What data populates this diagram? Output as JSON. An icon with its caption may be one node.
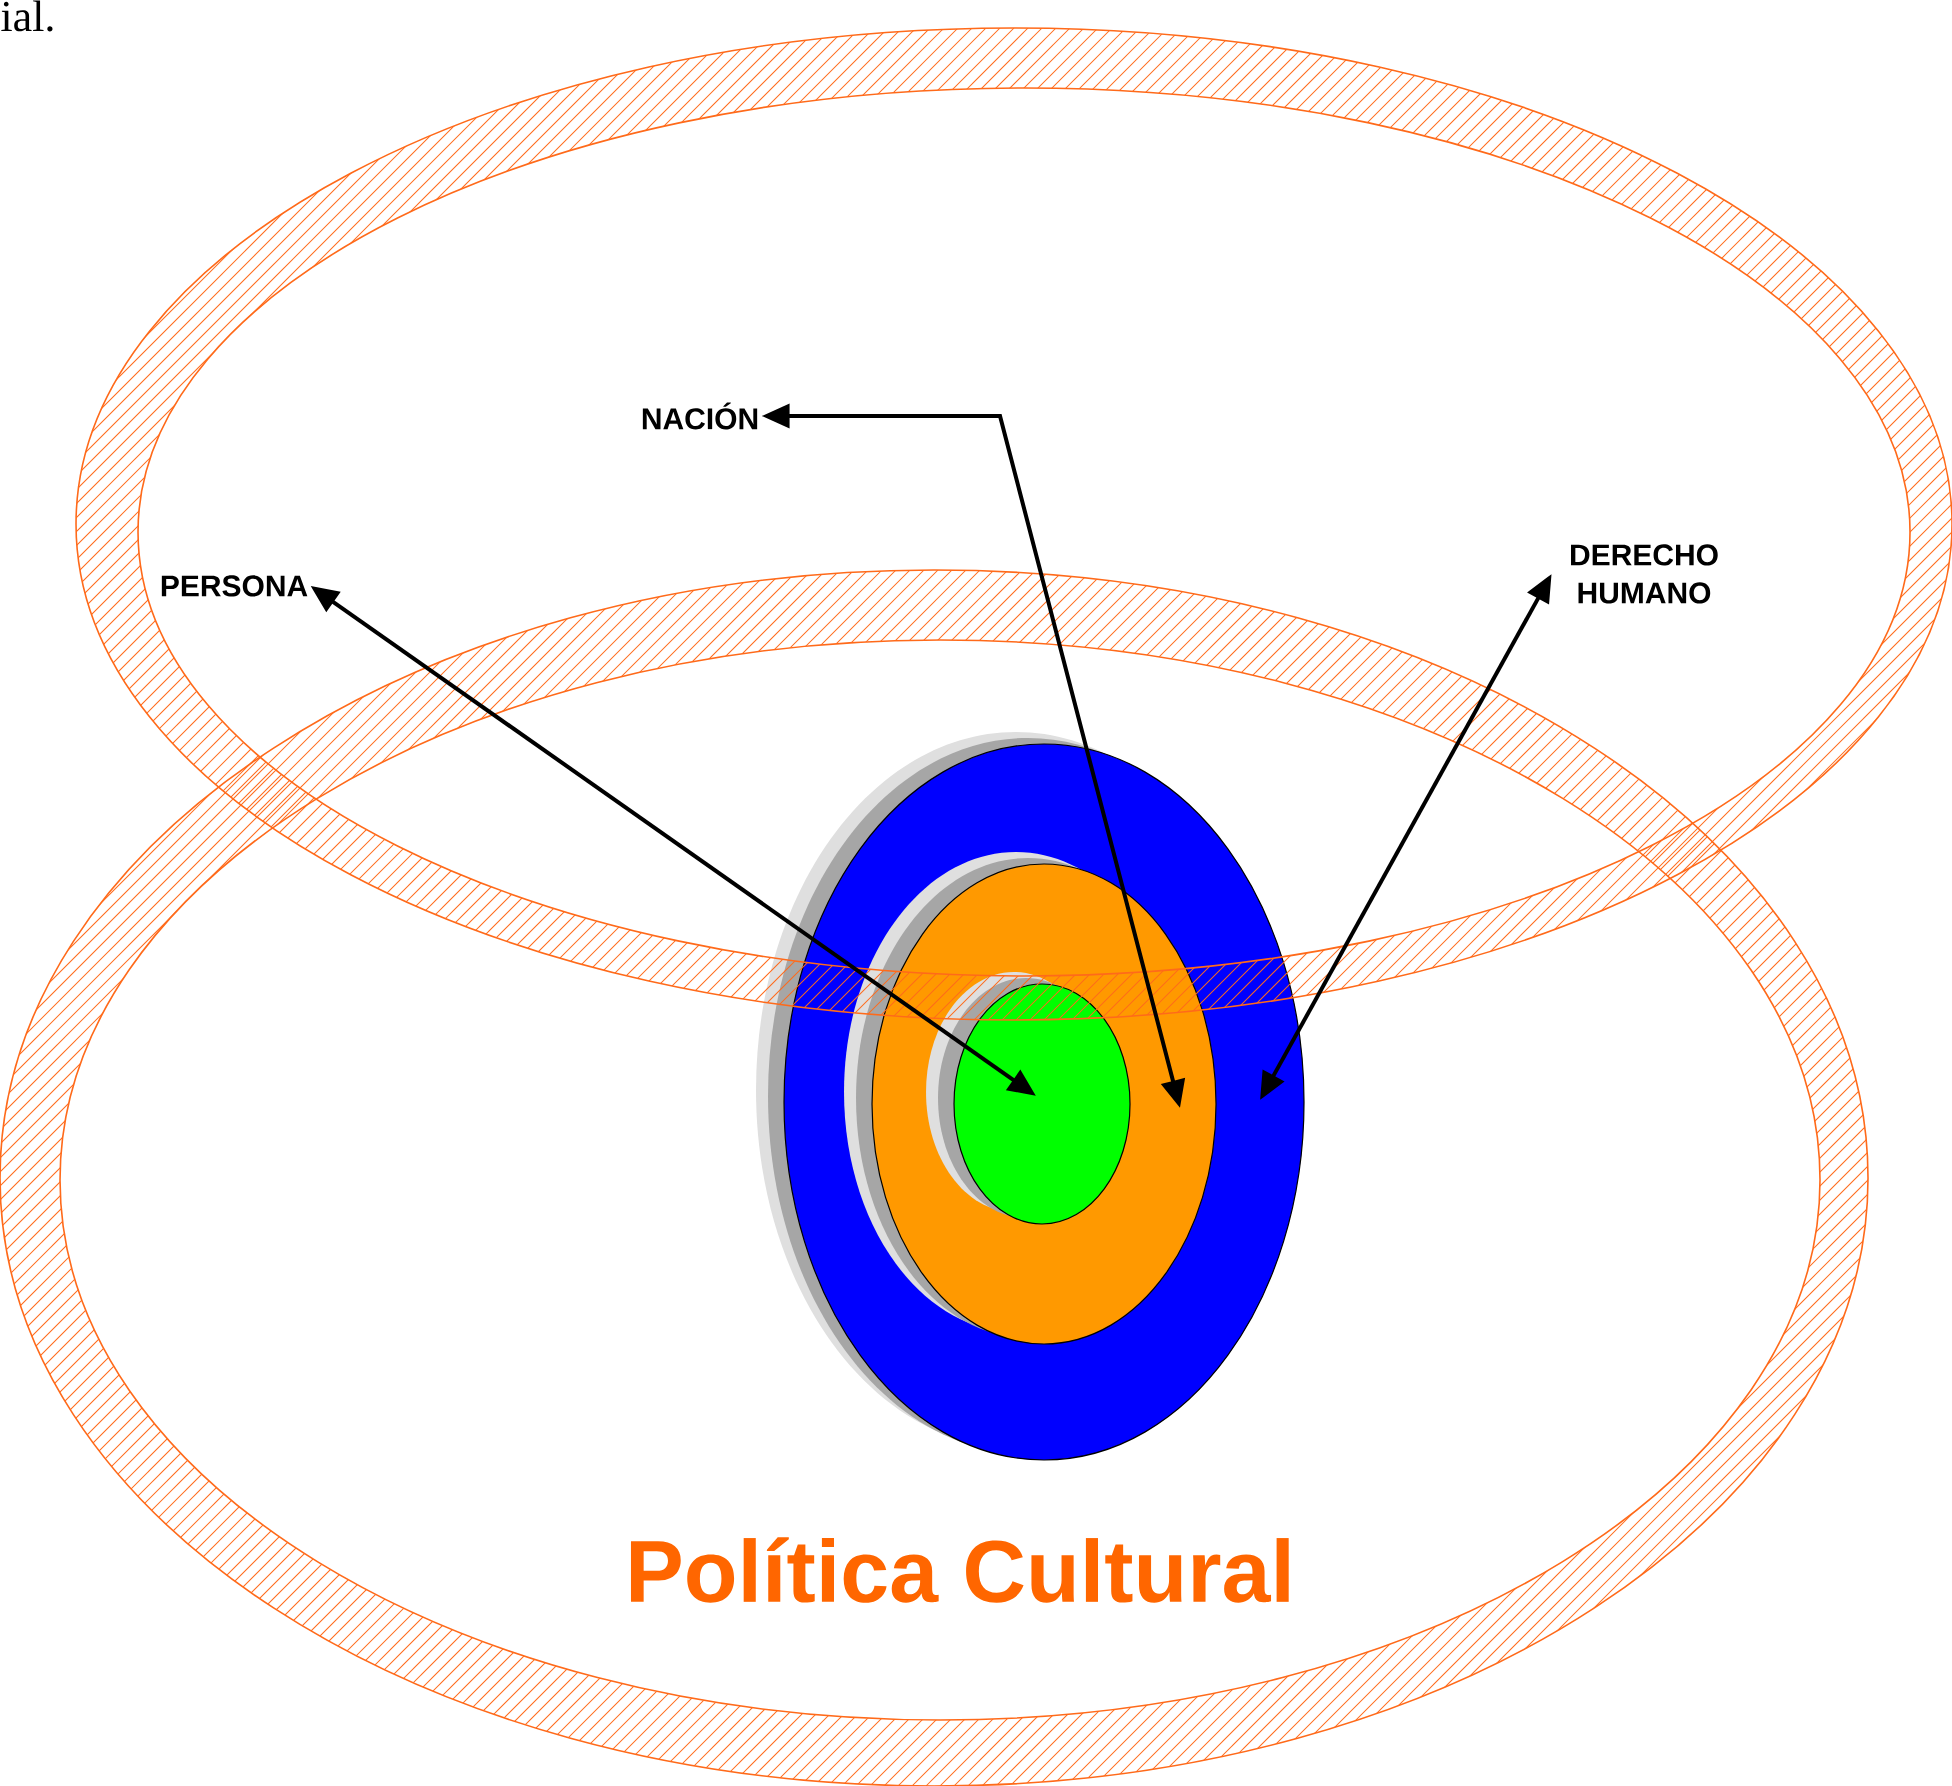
{
  "diagram": {
    "nodes": [
      {
        "text": [
          "NACIÓN"
        ]
      },
      {
        "text": [
          "DERECHO HUMANO"
        ]
      },
      {
        "text": [
          "PERSONA"
        ]
      },
      {
        "text": [],
        "shape": "ellipse"
      },
      {
        "text": [],
        "shape": "ellipse",
        "in": 3
      },
      {
        "text": [],
        "shape": "ellipse",
        "in": 4
      }
    ],
    "edges": [
      {
        "from": 2,
        "to": 5,
        "arrow": "both"
      },
      {
        "from": 0,
        "to": 4,
        "arrow": "both"
      },
      {
        "from": 1,
        "to": 3,
        "arrow": "both"
      }
    ],
    "labels": [
      "ial.",
      "Política Cultural"
    ]
  }
}
